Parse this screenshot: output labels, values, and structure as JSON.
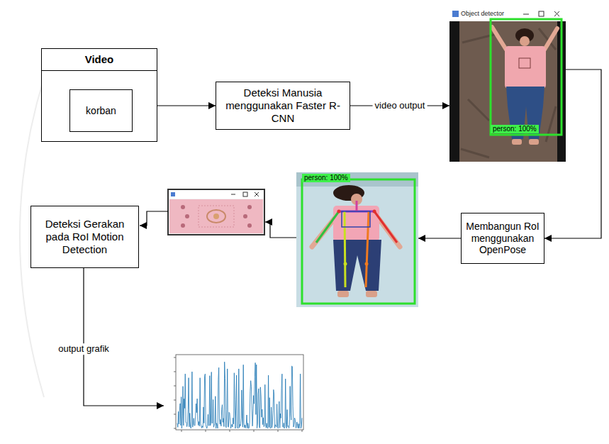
{
  "diagram": {
    "nodes": [
      {
        "text": [
          "Video"
        ]
      },
      {
        "text": [
          "korban"
        ],
        "in": 0
      },
      {
        "text": [
          "Deteksi Manusia menggunakan Faster R-CNN"
        ]
      },
      {
        "text": [
          "Object detector",
          "person: 100%"
        ]
      },
      {
        "text": [
          "Membangun RoI menggunakan OpenPose"
        ]
      },
      {
        "text": [
          "person: 100%"
        ]
      },
      {
        "text": [
          "Deteksi Gerakan pada RoI Motion Detection"
        ]
      }
    ],
    "edges": [
      {
        "from": 0,
        "to": 2,
        "arrow": "to"
      },
      {
        "from": 2,
        "to": 3,
        "arrow": "to",
        "label": "video output"
      },
      {
        "from": 3,
        "to": 4,
        "arrow": "to"
      },
      {
        "from": 4,
        "to": 5,
        "arrow": "to"
      }
    ],
    "labels": [
      "output grafik"
    ]
  }
}
